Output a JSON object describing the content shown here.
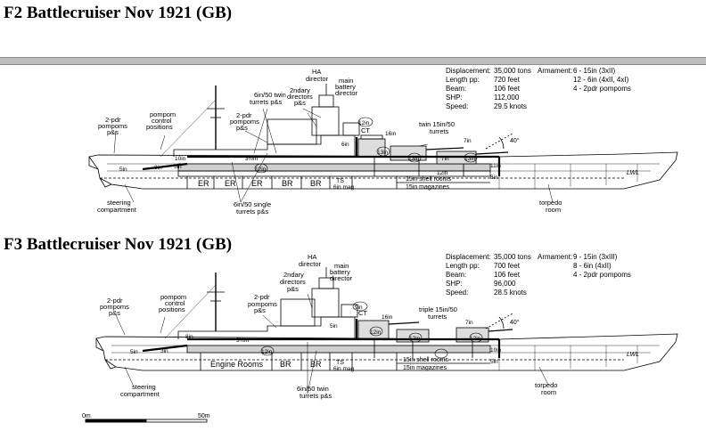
{
  "f2": {
    "title": "F2 Battlecruiser Nov 1921 (GB)",
    "stats": [
      {
        "k": "Displacement:",
        "v": "35,000 tons"
      },
      {
        "k": "Length pp:",
        "v": "720 feet"
      },
      {
        "k": "Beam:",
        "v": "106 feet"
      },
      {
        "k": "SHP:",
        "v": "112,000"
      },
      {
        "k": "Speed:",
        "v": "29.5 knots"
      }
    ],
    "armament_label": "Armament:",
    "armament": [
      "6 - 15in (3xII)",
      "12 - 6in (4xII, 4xI)",
      "4 - 2pdr pompoms"
    ],
    "labels": {
      "ha1": "HA",
      "ha2": "director",
      "mb1": "main",
      "mb2": "battery",
      "mb3": "director",
      "dd1": "2ndary",
      "dd2": "directors",
      "dd3": "p&s",
      "tw1": "6in/50 twin",
      "tw2": "turrets p&s",
      "pp1": "2-pdr",
      "pp2": "pompoms",
      "pp3": "p&s",
      "pd1": "2-pdr",
      "pd2": "pompoms",
      "pd3": "p&s",
      "pc1": "pompom",
      "pc2": "control",
      "pc3": "positions",
      "main1": "twin 15in/50",
      "main2": "turrets",
      "ct": "CT",
      "sg1": "steering",
      "sg2": "compartment",
      "st1": "6in/50 single",
      "st2": "turrets p&s",
      "tp1": "torpedo",
      "tp2": "room",
      "lwl": "LWL",
      "angle": "40°",
      "er1": "ER",
      "er2": "ER",
      "er3": "ER",
      "br1": "BR",
      "br2": "BR",
      "ts": "TS",
      "mag6": "6in mag",
      "shell": "15in shell rooms",
      "mags": "15in magazines",
      "a12": "12in",
      "a6": "6in",
      "a16": "16in",
      "a7": "7in",
      "a13a": "13in",
      "a13b": "13in",
      "a13c": "13in",
      "a10": "10in",
      "a3h": "3½in",
      "a12b": "12in",
      "a7b": "7in",
      "a12c": "12in",
      "a11": "11in",
      "a8": "8in",
      "a5": "5in",
      "a3": "3in",
      "a5b": "5in"
    }
  },
  "f3": {
    "title": "F3 Battlecruiser Nov 1921 (GB)",
    "stats": [
      {
        "k": "Displacement:",
        "v": "35,000 tons"
      },
      {
        "k": "Length pp:",
        "v": "700 feet"
      },
      {
        "k": "Beam:",
        "v": "106 feet"
      },
      {
        "k": "SHP:",
        "v": "96,000"
      },
      {
        "k": "Speed:",
        "v": "28.5 knots"
      }
    ],
    "armament_label": "Armament:",
    "armament": [
      "9 - 15in (3xIII)",
      "8 - 6in (4xII)",
      "4 - 2pdr pompoms"
    ],
    "labels": {
      "ha1": "HA",
      "ha2": "director",
      "mb1": "main",
      "mb2": "battery",
      "mb3": "director",
      "dd1": "2ndary",
      "dd2": "directors",
      "dd3": "p&s",
      "pp1": "2-pdr",
      "pp2": "pompoms",
      "pp3": "p&s",
      "pd1": "2-pdr",
      "pd2": "pompoms",
      "pd3": "p&s",
      "pc1": "pompom",
      "pc2": "control",
      "pc3": "positions",
      "main1": "triple 15in/50",
      "main2": "turrets",
      "ct": "CT",
      "sg1": "steering",
      "sg2": "compartment",
      "tw1": "6in/50 twin",
      "tw2": "turrets p&s",
      "tp1": "torpedo",
      "tp2": "room",
      "lwl": "LWL",
      "angle": "40°",
      "eng": "Engine Rooms",
      "br1": "BR",
      "br2": "BR",
      "ts": "TS",
      "mag6": "6in mag",
      "shell": "15in shell rooms",
      "mags": "15in magazines",
      "a9": "9in",
      "a16": "16in",
      "a7": "7in",
      "a12a": "12in",
      "a12b": "12in",
      "a12c": "12in",
      "a8": "8in",
      "a3h": "3½in",
      "a12d": "12in",
      "a5a": "5in",
      "a5b": "5in",
      "a10": "10in",
      "a3": "3in",
      "a5c": "5in"
    }
  },
  "scale": {
    "zero": "0m",
    "fifty": "50m"
  }
}
